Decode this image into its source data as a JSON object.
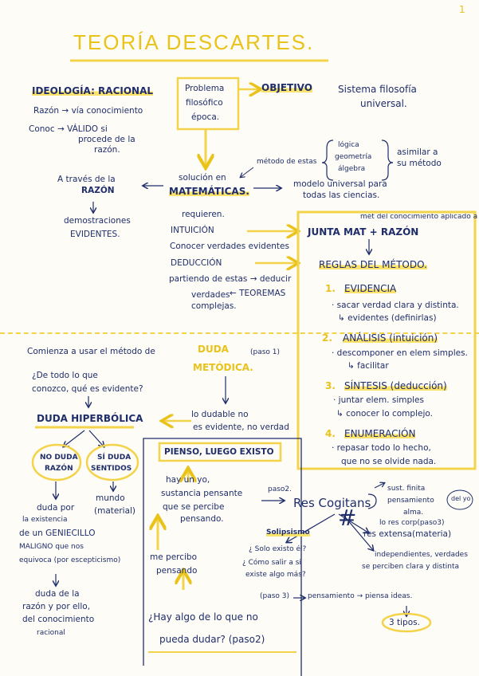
{
  "page_number": "1",
  "title": "TEORÍA DESCARTES.",
  "colors": {
    "ink": "#1f2d6b",
    "highlight": "#fbe26a",
    "title_yellow": "#e9c21a",
    "accent_line": "#f3d34a"
  },
  "top": {
    "ideologia": "IDEOLOGÍA: RACIONAL",
    "razon_line": "Razón → vía conocimiento",
    "conoc": "Conoc → VÁLIDO si",
    "procede1": "procede de la",
    "procede2": "razón.",
    "problema1": "Problema",
    "problema2": "filosófico",
    "problema3": "época.",
    "objetivo": "OBJETIVO",
    "sistema1": "Sistema filosofía",
    "sistema2": "universal.",
    "logica": "lógica",
    "geometria": "geometría",
    "algebra": "álgebra",
    "metodo_estas": "método de estas",
    "asimilar1": "asimilar a",
    "asimilar2": "su método",
    "solucion": "solución en",
    "matematicas": "MATEMÁTICAS.",
    "modelo1": "modelo universal para",
    "modelo2": "todas las ciencias.",
    "traves1": "A través de la",
    "traves2": "RAZÓN",
    "demos1": "demostraciones",
    "demos2": "EVIDENTES.",
    "requieren": "requieren.",
    "intuicion": "INTUICIÓN",
    "conocer": "Conocer verdades evidentes",
    "deduccion": "DEDUCCIÓN",
    "partiendo": "partiendo de estas → deducir",
    "verdades": "verdades",
    "complejas": "complejas.",
    "teoremas": "← TEOREMAS",
    "met_del": "mét del conocimiento aplicado a. nuev",
    "junta": "JUNTA MAT + RAZÓN",
    "reglas": "REGLAS DEL MÉTODO.",
    "r1_num": "1.",
    "r1": "EVIDENCIA",
    "r1a": "· sacar verdad clara y distinta.",
    "r1b": "↳ evidentes (definirlas)",
    "r2_num": "2.",
    "r2": "ANÁLISIS (intuición)",
    "r2a": "· descomponer en elem simples.",
    "r2b": "↳ facilitar",
    "r3_num": "3.",
    "r3": "SÍNTESIS (deducción)",
    "r3a": "· juntar elem. simples",
    "r3b": "↳ conocer lo complejo.",
    "r4_num": "4.",
    "r4": "ENUMERACIÓN",
    "r4a": "· repasar todo lo hecho,",
    "r4b": "que no se olvide nada."
  },
  "bottom": {
    "comienza": "Comienza a usar el método de",
    "duda": "DUDA",
    "paso1": "(paso 1)",
    "metodica": "METÓDICA.",
    "q1": "¿De todo lo que",
    "q2": "conozco, qué es evidente?",
    "hiper": "DUDA HIPERBÓLICA",
    "dudable1": "lo dudable no",
    "dudable2": "es evidente, no verdad",
    "no_duda1": "NO DUDA",
    "no_duda2": "RAZÓN",
    "si_duda1": "SÍ DUDA",
    "si_duda2": "SENTIDOS",
    "duda_por": "duda por",
    "existencia": "la existencia",
    "genio": "de un GENIECILLO",
    "maligno": "MALIGNO que nos",
    "equivoca": "equivoca (por escepticismo)",
    "mundo": "mundo",
    "material": "(material)",
    "pienso": "PIENSO, LUEGO EXISTO",
    "hay1": "hay un yo,",
    "hay2": "sustancia pensante",
    "hay3": "que se percibe",
    "hay4": "pensando.",
    "paso2a": "paso2.",
    "res_cog": "Res Cogitans",
    "sust1": "sust. finita",
    "sust2": "pensamiento",
    "sust3": "alma.",
    "del_yo": "del yo",
    "hash": "#",
    "paso3a": "lo res corp(paso3)",
    "extensa": "res extensa(materia)",
    "indep1": "independientes, verdades",
    "indep2": "se perciben clara y distinta",
    "solip": "Solipsismo",
    "solip1": "¿ Solo existo él?",
    "solip2": "¿ Cómo salir a si",
    "solip3": "existe algo más?",
    "paso3": "(paso 3)",
    "pensamiento": "pensamiento → piensa ideas.",
    "tres": "3 tipos.",
    "me1": "me percibo",
    "me2": "pensando",
    "hay_algo1": "¿Hay algo de lo que no",
    "hay_algo2": "pueda dudar? (paso2)",
    "duda_de1": "duda de la",
    "duda_de2": "razón y por ello,",
    "duda_de3": "del conocimiento",
    "duda_de4": "racional"
  }
}
